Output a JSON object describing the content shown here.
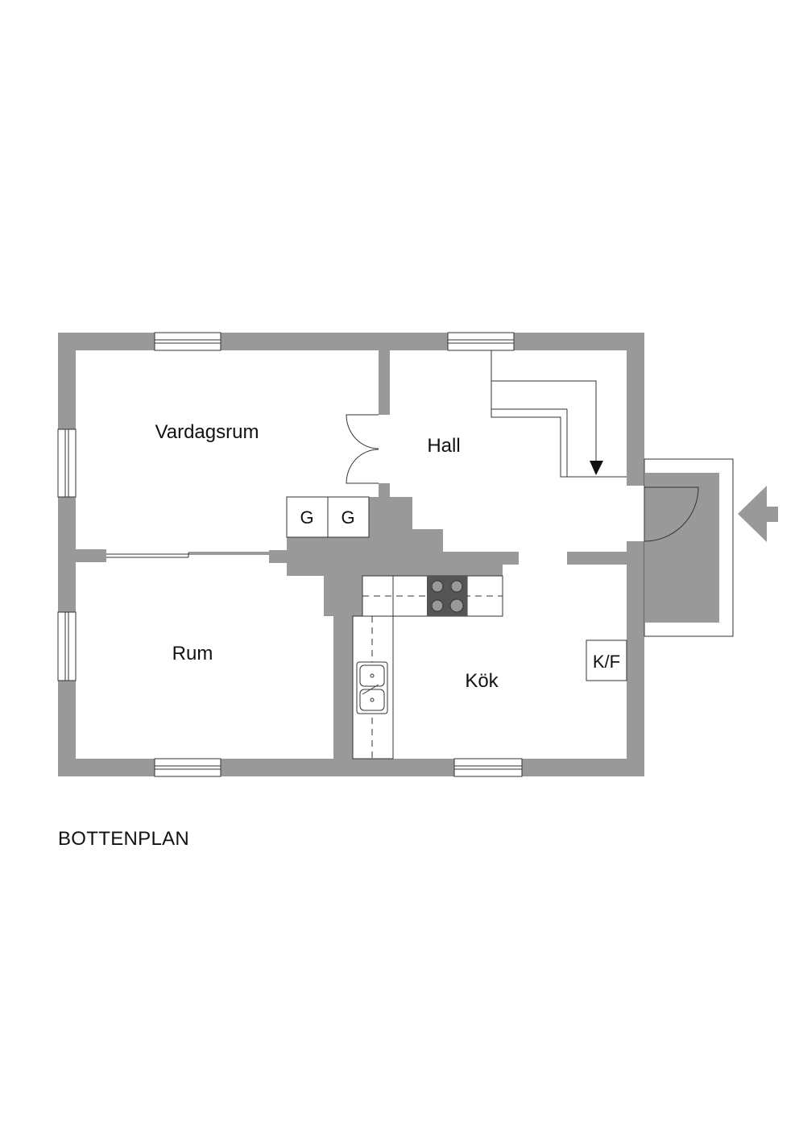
{
  "plan": {
    "title": "BOTTENPLAN",
    "rooms": {
      "vardagsrum": "Vardagsrum",
      "hall": "Hall",
      "rum": "Rum",
      "kok": "Kök"
    },
    "fixtures": {
      "wardrobe_1": "G",
      "wardrobe_2": "G",
      "fridge_freezer": "K/F"
    },
    "colors": {
      "wall": "#999999",
      "dark": "#555555",
      "line": "#333333"
    }
  }
}
